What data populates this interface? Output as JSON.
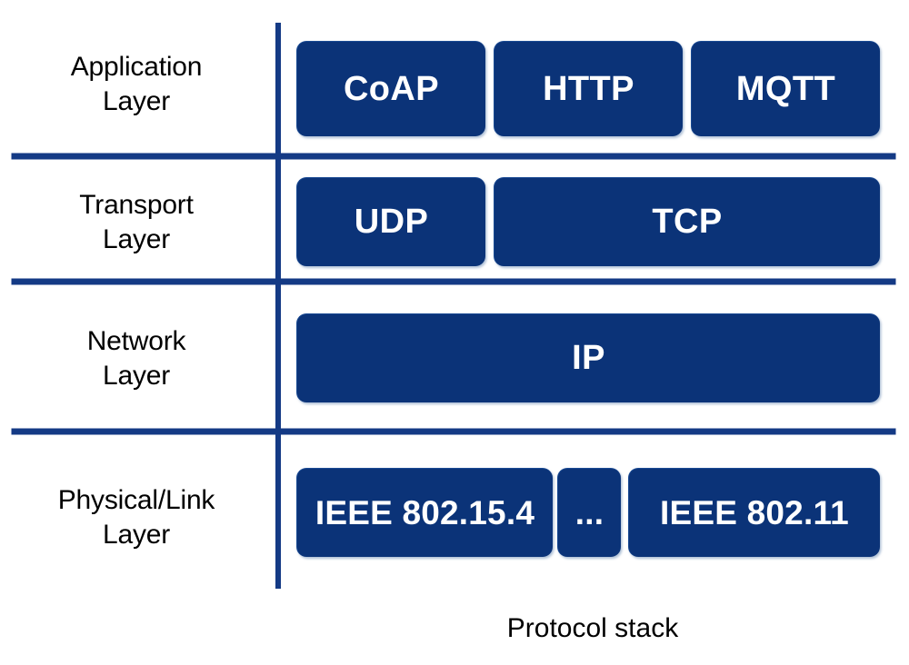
{
  "figure": {
    "caption": "Protocol stack",
    "background_color": "#ffffff",
    "rule_color": "#143A85",
    "box_fill_color": "#0B3378",
    "box_text_color": "#ffffff",
    "label_text_color": "#000000"
  },
  "layers": [
    {
      "id": "application",
      "label_line1": "Application",
      "label_line2": "Layer",
      "protocols": [
        {
          "name": "CoAP"
        },
        {
          "name": "HTTP"
        },
        {
          "name": "MQTT"
        }
      ]
    },
    {
      "id": "transport",
      "label_line1": "Transport",
      "label_line2": "Layer",
      "protocols": [
        {
          "name": "UDP"
        },
        {
          "name": "TCP"
        }
      ]
    },
    {
      "id": "network",
      "label_line1": "Network",
      "label_line2": "Layer",
      "protocols": [
        {
          "name": "IP"
        }
      ]
    },
    {
      "id": "physical-link",
      "label_line1": "Physical/Link",
      "label_line2": "Layer",
      "protocols": [
        {
          "name": "IEEE 802.15.4"
        },
        {
          "name": "..."
        },
        {
          "name": "IEEE 802.11"
        }
      ]
    }
  ]
}
